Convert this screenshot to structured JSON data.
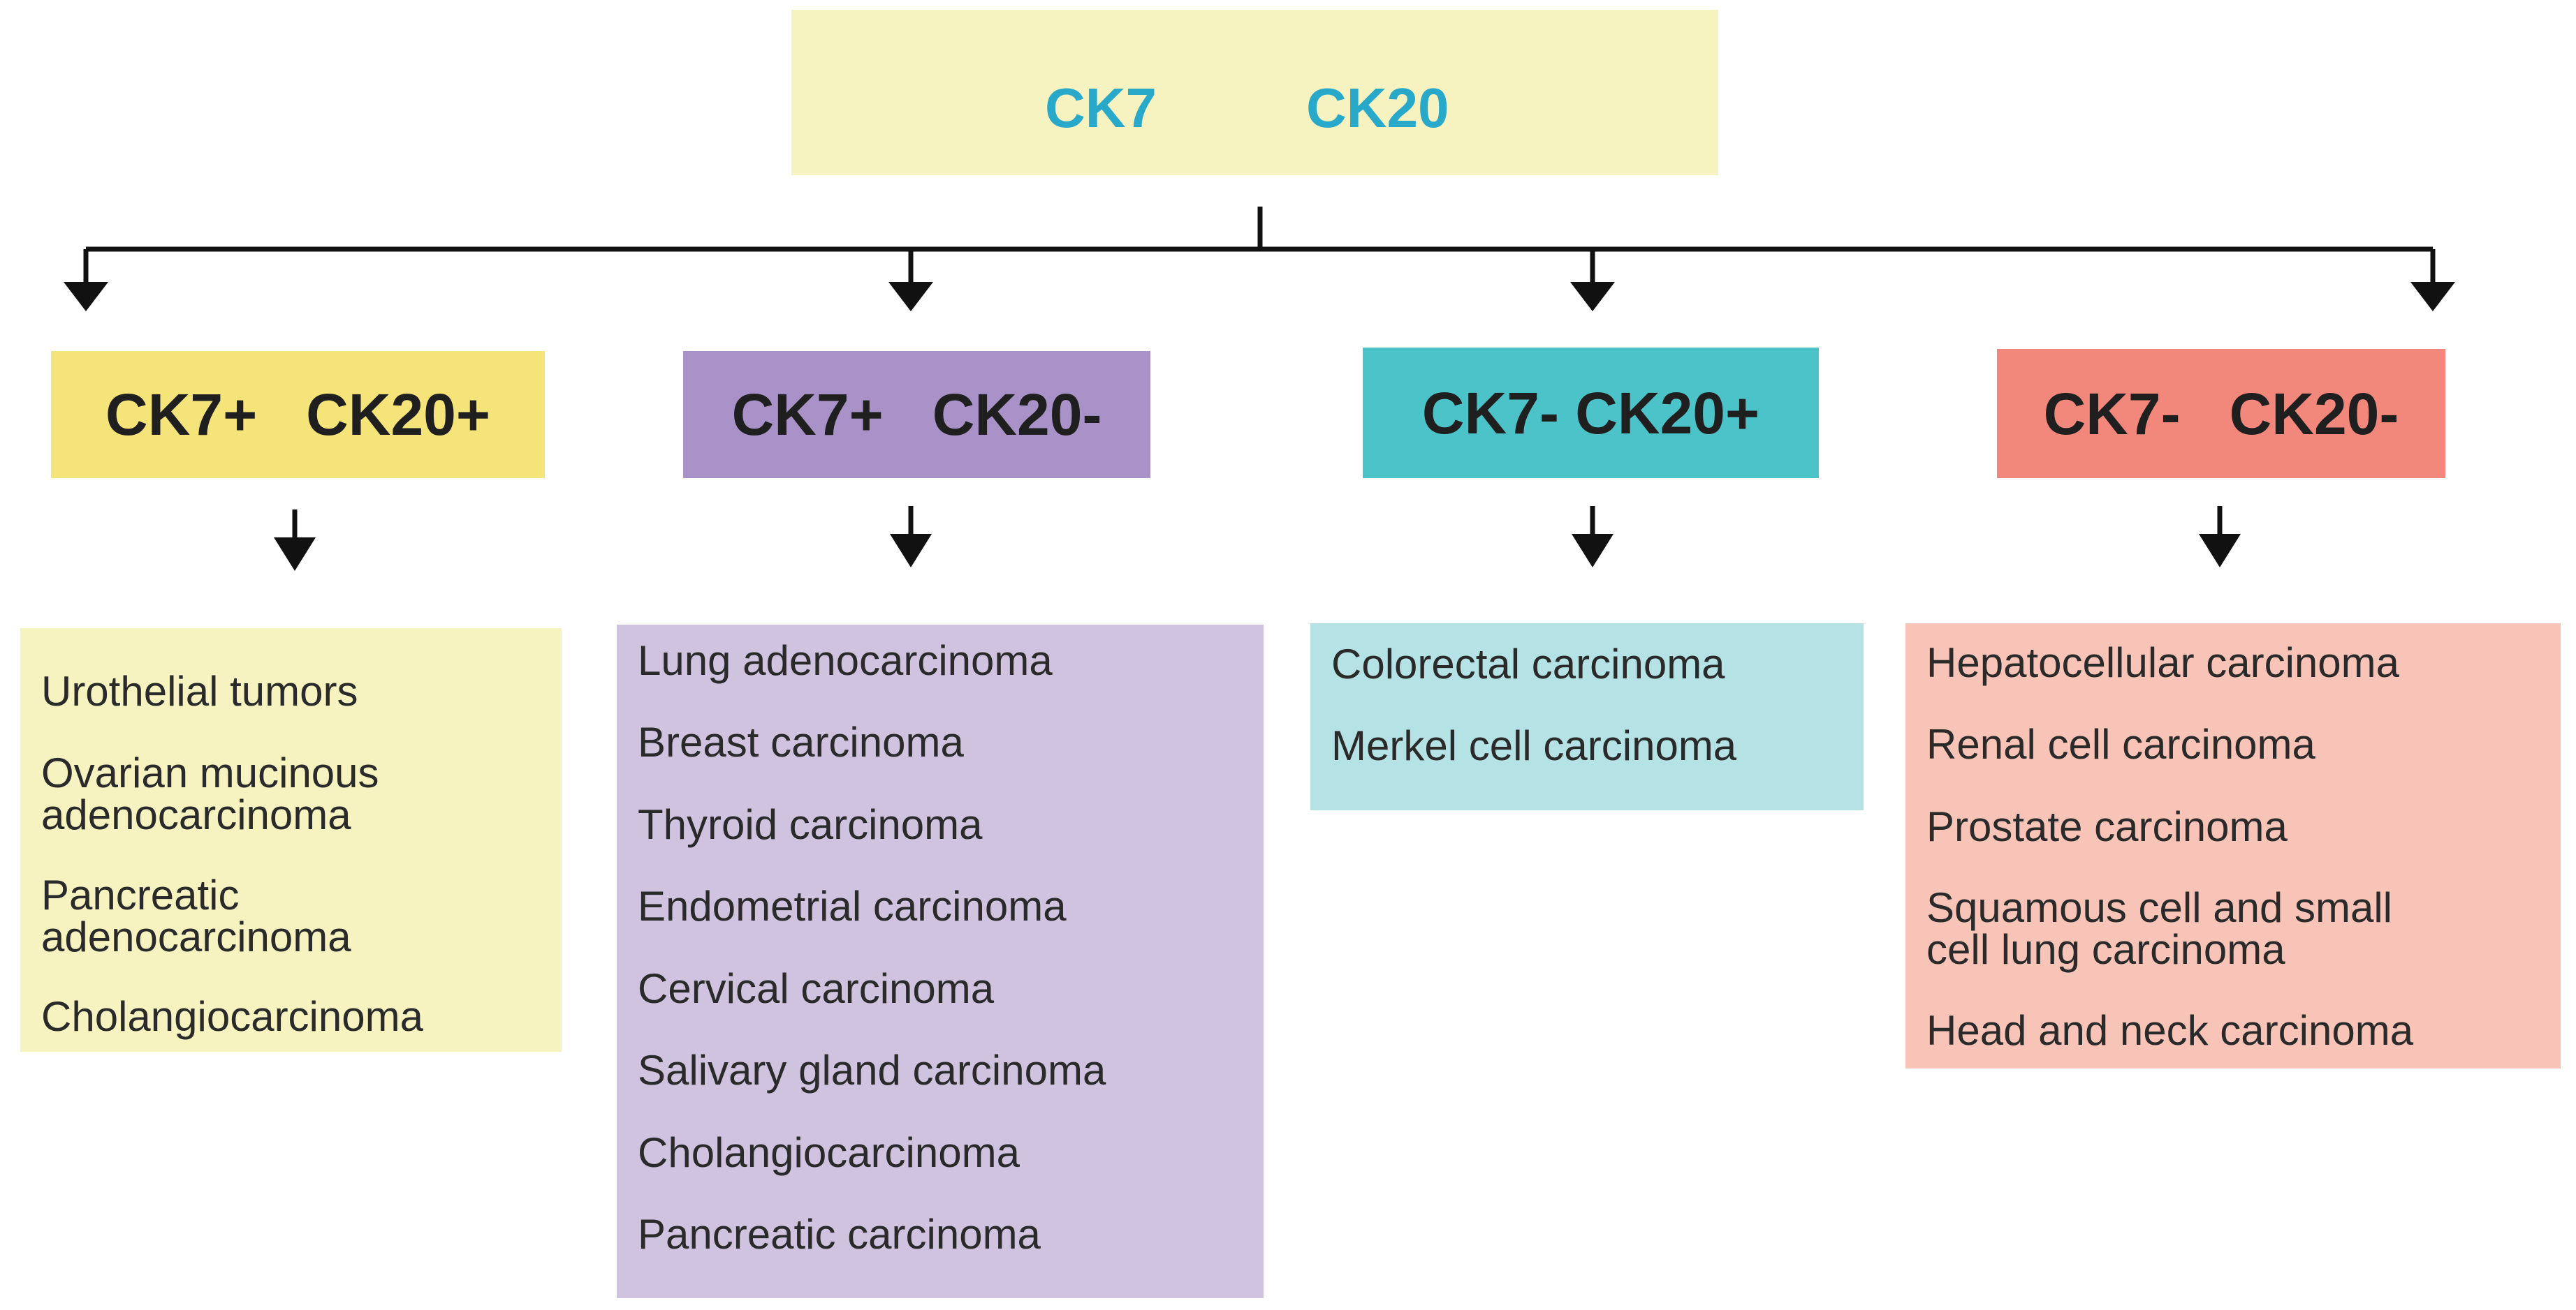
{
  "root": {
    "label_a": "CK7",
    "label_b": "CK20"
  },
  "categories": [
    {
      "label": "CK7+   CK20+",
      "color": "#f4e47a",
      "list_color": "#f6f3c1",
      "items": [
        "Urothelial tumors",
        "Ovarian mucinous\nadenocarcinoma",
        "Pancreatic\nadenocarcinoma",
        "Cholangiocarcinoma"
      ]
    },
    {
      "label": "CK7+   CK20-",
      "color": "#a892c8",
      "list_color": "#cfc3e0",
      "items": [
        "Lung adenocarcinoma",
        "Breast carcinoma",
        "Thyroid carcinoma",
        "Endometrial carcinoma",
        "Cervical carcinoma",
        "Salivary gland carcinoma",
        "Cholangiocarcinoma",
        "Pancreatic carcinoma"
      ]
    },
    {
      "label": "CK7- CK20+",
      "color": "#4cc3c8",
      "list_color": "#b5e2e5",
      "items": [
        "Colorectal carcinoma",
        "Merkel cell carcinoma"
      ]
    },
    {
      "label": "CK7-   CK20-",
      "color": "#f2877b",
      "list_color": "#f8c4b8",
      "items": [
        "Hepatocellular carcinoma",
        "Renal cell carcinoma",
        "Prostate carcinoma",
        "Squamous cell and small\ncell lung carcinoma",
        "Head and neck carcinoma"
      ]
    }
  ]
}
